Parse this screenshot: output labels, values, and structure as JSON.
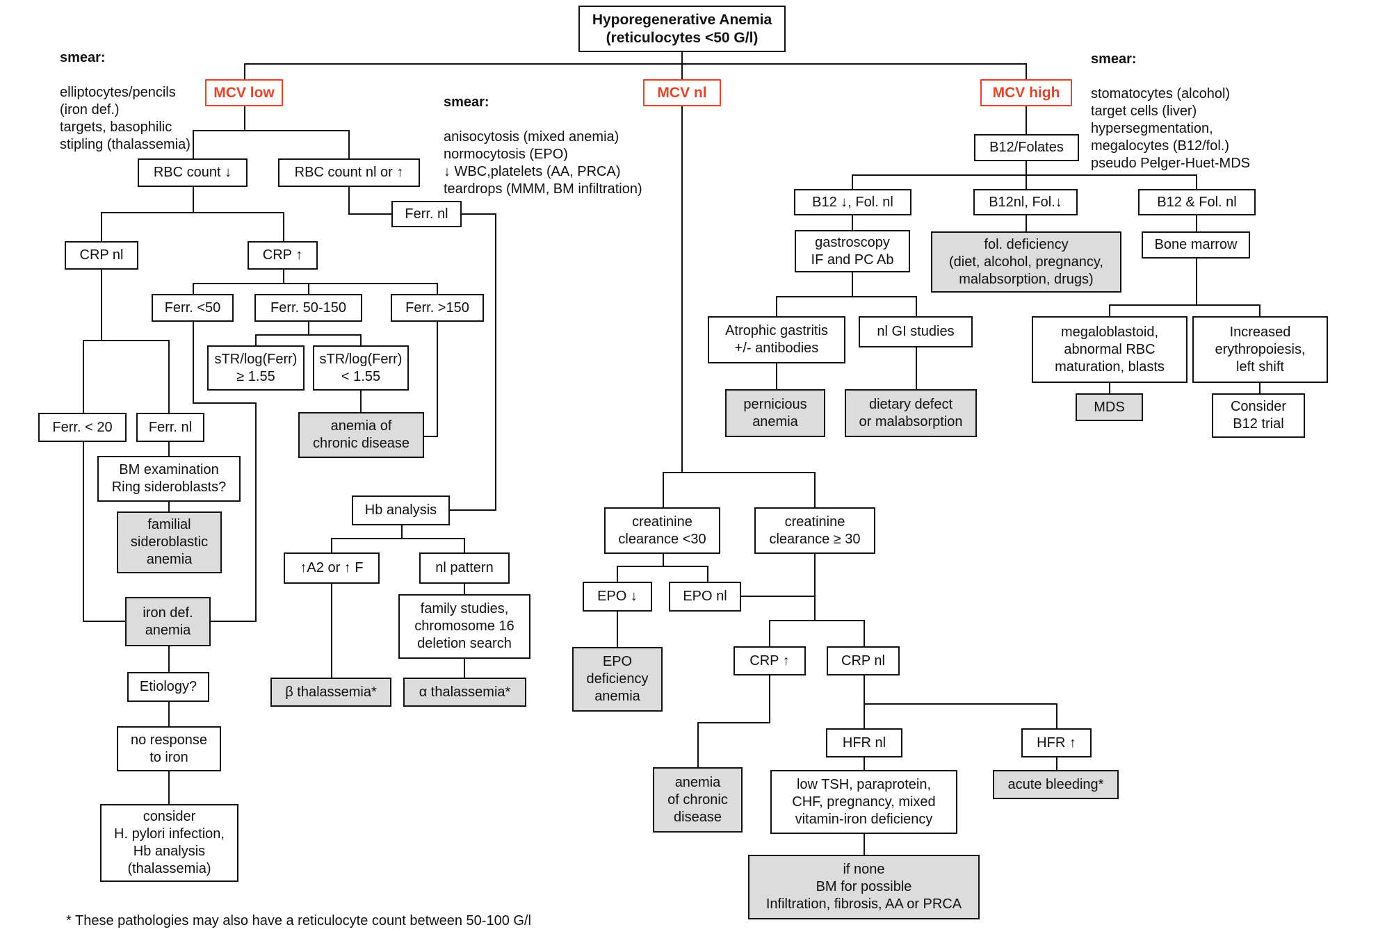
{
  "diagram": {
    "root": "Hyporegenerative Anemia\n(reticulocytes <50 G/l)",
    "smear_heading": "smear:",
    "smear_left": "elliptocytes/pencils\n(iron def.)\ntargets, basophilic\nstipling (thalassemia)",
    "smear_middle": "anisocytosis (mixed anemia)\nnormocytosis (EPO)\n↓ WBC,platelets (AA, PRCA)\nteardrops (MMM, BM infiltration)",
    "smear_right": "stomatocytes (alcohol)\ntarget cells (liver)\nhypersegmentation,\nmegalocytes (B12/fol.)\npseudo Pelger-Huet-MDS",
    "mcv_low": "MCV low",
    "mcv_nl": "MCV nl",
    "mcv_high": "MCV high",
    "rbc_low": "RBC count ↓",
    "rbc_nl": "RBC count nl or ↑",
    "ferr_nl_top": "Ferr. nl",
    "crp_nl_left": "CRP nl",
    "crp_up_left": "CRP ↑",
    "ferr_lt50": "Ferr. <50",
    "ferr_50_150": "Ferr. 50-150",
    "ferr_gt150": "Ferr. >150",
    "str_ge": "sTR/log(Ferr)\n≥ 1.55",
    "str_lt": "sTR/log(Ferr)\n< 1.55",
    "acd_left": "anemia of\nchronic disease",
    "ferr_lt20": "Ferr. < 20",
    "ferr_nl_left": "Ferr. nl",
    "bm_exam": "BM examination\nRing sideroblasts?",
    "familial": "familial\nsideroblastic\nanemia",
    "iron_def": "iron def.\nanemia",
    "etiology": "Etiology?",
    "no_response": "no response\nto iron",
    "consider_hp": "consider\nH. pylori infection,\nHb analysis\n(thalassemia)",
    "hb_analysis": "Hb analysis",
    "a2f": "↑A2 or ↑ F",
    "nl_pattern": "nl pattern",
    "family_studies": "family studies,\nchromosome 16\ndeletion search",
    "beta_thal": "β  thalassemia*",
    "alpha_thal": "α  thalassemia*",
    "creat_lt30": "creatinine\nclearance <30",
    "creat_ge30": "creatinine\nclearance ≥ 30",
    "epo_down": "EPO ↓",
    "epo_nl": "EPO nl",
    "epo_def": "EPO\ndeficiency\nanemia",
    "crp_up_mid": "CRP ↑",
    "crp_nl_mid": "CRP nl",
    "acd_mid": "anemia\nof chronic\ndisease",
    "hfr_nl": "HFR nl",
    "hfr_up": "HFR ↑",
    "low_tsh": "low TSH, paraprotein,\nCHF, pregnancy, mixed\nvitamin-iron deficiency",
    "acute_bleeding": "acute bleeding*",
    "if_none": "if none\nBM for possible\nInfiltration, fibrosis, AA or PRCA",
    "b12_folates": "B12/Folates",
    "b12_down": "B12 ↓, Fol. nl",
    "fol_down": "B12nl, Fol.↓",
    "both_nl": "B12 & Fol. nl",
    "gastroscopy": "gastroscopy\nIF and PC Ab",
    "fol_def": "fol. deficiency\n(diet, alcohol, pregnancy,\nmalabsorption, drugs)",
    "bone_marrow": "Bone marrow",
    "atrophic": "Atrophic gastritis\n+/- antibodies",
    "nl_gi": "nl GI studies",
    "pernicious": "pernicious\nanemia",
    "dietary": "dietary defect\nor malabsorption",
    "megaloblastoid": "megaloblastoid,\nabnormal RBC\nmaturation, blasts",
    "increased": "Increased\nerythropoiesis,\nleft shift",
    "mds": "MDS",
    "consider_b12": "Consider\nB12 trial",
    "footnote": "* These pathologies may also have a reticulocyte count between 50-100 G/l"
  },
  "colors": {
    "mcv": "#e0462c",
    "outcome_fill": "#dcdcdc",
    "line": "#111111"
  }
}
